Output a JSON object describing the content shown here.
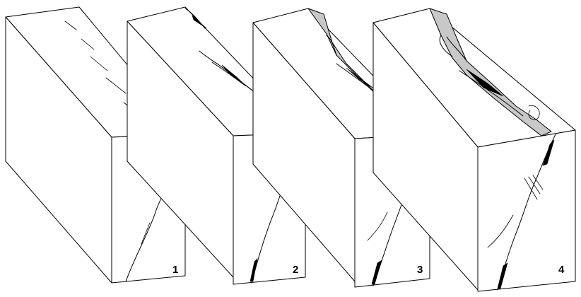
{
  "figure": {
    "stages": [
      {
        "label": "1"
      },
      {
        "label": "2"
      },
      {
        "label": "3"
      },
      {
        "label": "4"
      }
    ],
    "colors": {
      "outline": "#000000",
      "fill": "#ffffff",
      "shading": "#c8c8c8"
    }
  }
}
